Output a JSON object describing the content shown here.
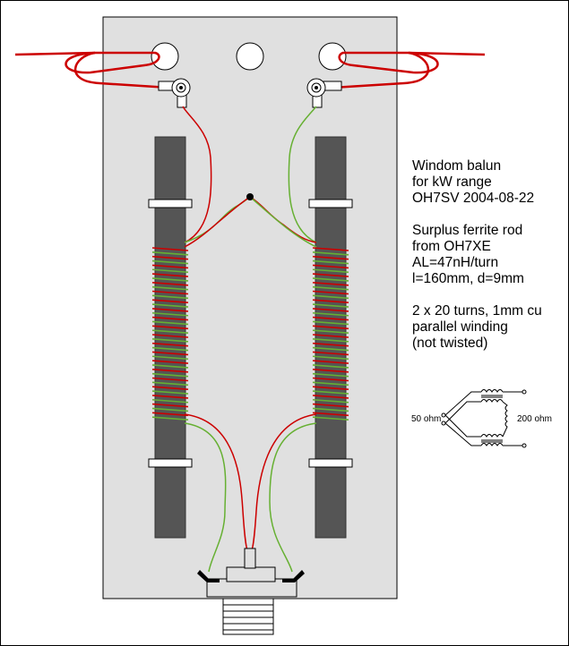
{
  "notes": {
    "block1": "Windom balun\nfor kW range\nOH7SV 2004-08-22",
    "block2": "Surplus ferrite rod\nfrom OH7XE\nAL=47nH/turn\nl=160mm, d=9mm",
    "block3": "2 x 20 turns, 1mm cu\nparallel winding\n(not twisted)"
  },
  "schematic": {
    "left_label": "50 ohm",
    "right_label": "200 ohm"
  },
  "colors": {
    "board": "#e0e0e0",
    "rod": "#555555",
    "wire_red": "#cc0000",
    "wire_green": "#66b032"
  }
}
